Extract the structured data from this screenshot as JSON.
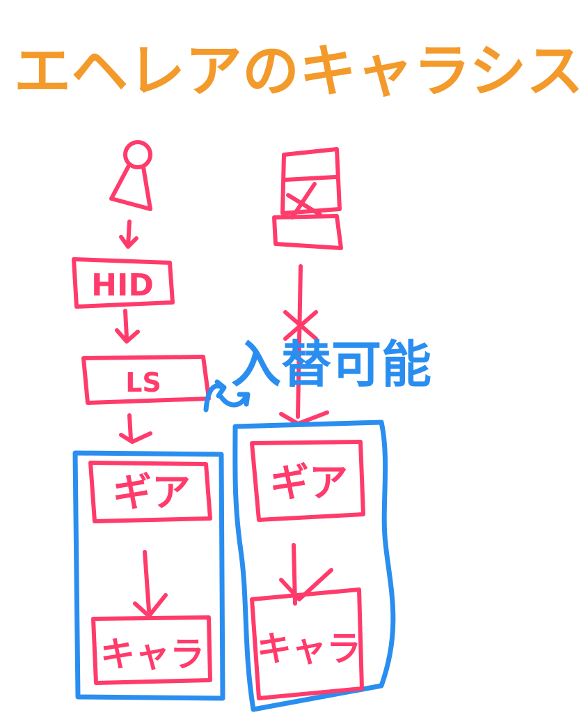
{
  "title": "エヘレアのキャラシステム！！",
  "left_column": {
    "user_label": "",
    "hid_label": "HID",
    "ls_label": "LS",
    "gear_label": "ギア",
    "chara_label": "キャラ"
  },
  "right_column": {
    "source_label": "",
    "swappable_label": "入替可能",
    "gear_label": "ギア",
    "chara_label": "キャラ"
  },
  "colors": {
    "title": "#f39a2a",
    "pink": "#ff3b6b",
    "blue": "#2a8ef0",
    "background": "#ffffff"
  }
}
